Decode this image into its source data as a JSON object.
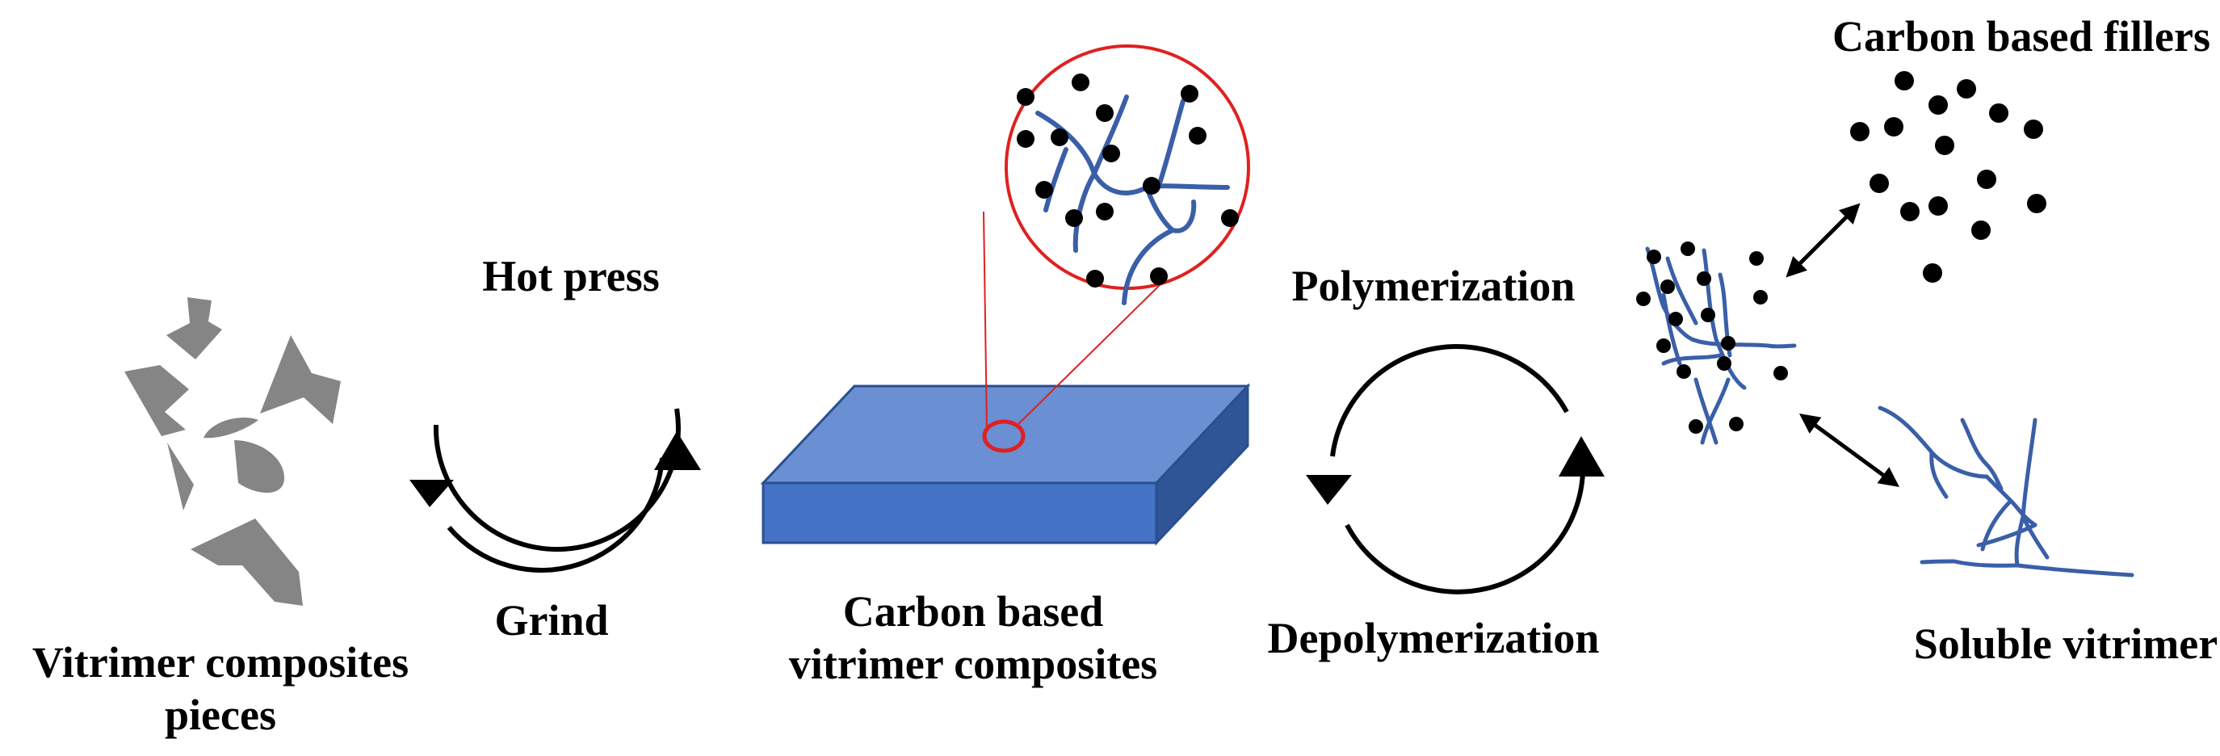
{
  "labels": {
    "vitrimer_pieces_line1": "Vitrimer composites",
    "vitrimer_pieces_line2": "pieces",
    "hot_press": "Hot press",
    "grind": "Grind",
    "composite_line1": "Carbon based",
    "composite_line2": "vitrimer composites",
    "polymerization": "Polymerization",
    "depolymerization": "Depolymerization",
    "fillers": "Carbon based fillers",
    "soluble": "Soluble vitrimer"
  },
  "colors": {
    "fragment_gray": "#858585",
    "slab_top": "#6a8fd2",
    "slab_front": "#4472c4",
    "slab_side": "#2f5597",
    "slab_edge": "#2a4f8f",
    "zoom_circle": "#e02020",
    "polymer_chain": "#3a5fa8",
    "filler_particle": "#000000",
    "cycle_arrow": "#000000"
  },
  "icons": {
    "hot_press_grind_cycle": "circular-arrows-icon",
    "polymerization_cycle": "circular-arrows-icon",
    "to_fillers": "double-arrow-icon",
    "to_soluble": "double-arrow-icon"
  }
}
